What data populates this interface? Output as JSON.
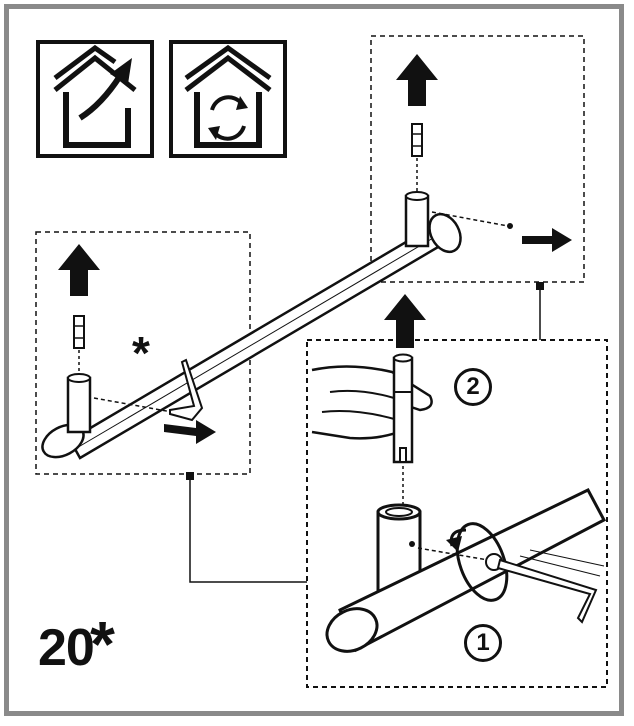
{
  "step": {
    "number": "20",
    "marker": "*"
  },
  "callout_markers": {
    "star": "*",
    "step_one": "1",
    "step_two": "2"
  },
  "icons": [
    "house-move-out-icon",
    "house-refresh-icon"
  ],
  "colors": {
    "frame": "#8a8a8a",
    "ink": "#111111",
    "background": "#ffffff"
  }
}
